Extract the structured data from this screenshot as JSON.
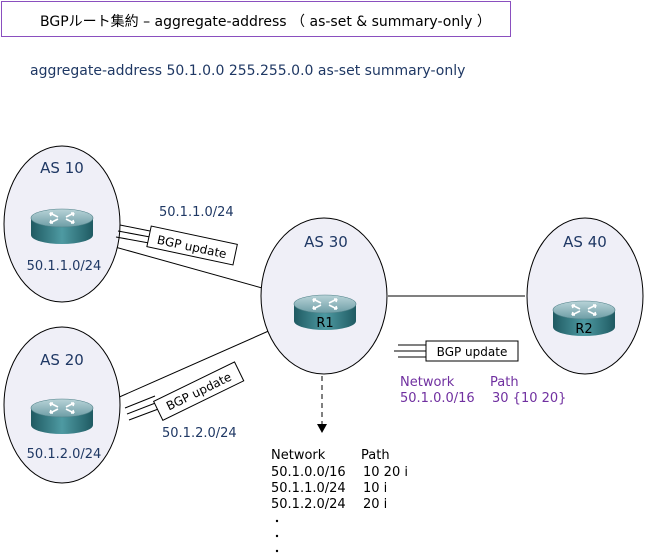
{
  "title": "BGPルート集約 – aggregate-address （ as-set & summary-only ）",
  "command": "aggregate-address 50.1.0.0 255.255.0.0 as-set summary-only",
  "as10": {
    "label": "AS 10",
    "network": "50.1.1.0/24"
  },
  "as20": {
    "label": "AS 20",
    "network": "50.1.2.0/24"
  },
  "as30": {
    "label": "AS 30",
    "router": "R1"
  },
  "as40": {
    "label": "AS 40",
    "router": "R2"
  },
  "update_as10": {
    "label": "BGP update",
    "prefix": "50.1.1.0/24"
  },
  "update_as20": {
    "label": "BGP update",
    "prefix": "50.1.2.0/24"
  },
  "update_as40": {
    "label": "BGP update",
    "col_network": "Network",
    "col_path": "Path",
    "network": "50.1.0.0/16",
    "path": "30 {10 20}"
  },
  "r1_table": {
    "col_network": "Network",
    "col_path": "Path",
    "rows": [
      {
        "network": "50.1.0.0/16",
        "path": "10 20 i"
      },
      {
        "network": "50.1.1.0/24",
        "path": "10 i"
      },
      {
        "network": "50.1.2.0/24",
        "path": "20 i"
      }
    ]
  },
  "colors": {
    "title_border": "#8a4fbf",
    "command_text": "#1f3864",
    "network_text": "#1f3864",
    "update_text": "#7030a0",
    "router_body": "#2f7f86"
  }
}
